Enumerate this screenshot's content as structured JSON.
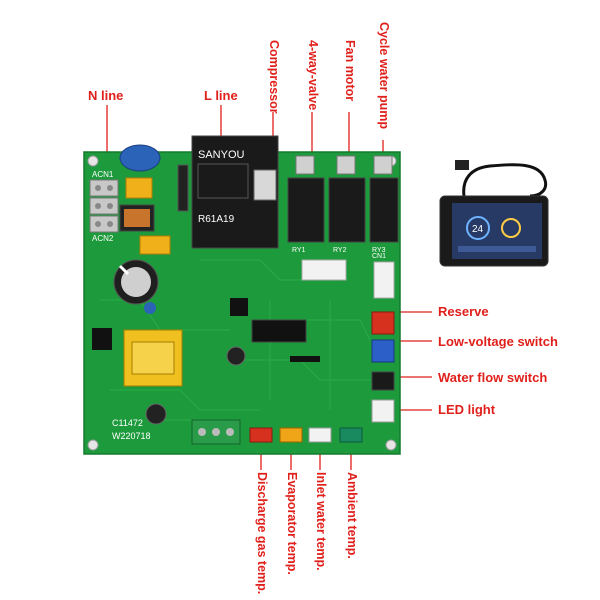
{
  "labels": {
    "n_line": "N line",
    "l_line": "L line",
    "compressor": "Compressor",
    "four_way_valve": "4-way-valve",
    "fan_motor": "Fan motor",
    "cycle_water_pump": "Cycle water pump",
    "reserve": "Reserve",
    "low_voltage_switch": "Low-voltage switch",
    "water_flow_switch": "Water flow switch",
    "led_light": "LED light",
    "discharge_gas_temp": "Discharge gas temp.",
    "evaporator_temp": "Evaporator temp.",
    "inlet_water_temp": "Inlet water temp.",
    "ambient_temp": "Ambient temp."
  },
  "board": {
    "acn1": "ACN1",
    "acn2": "ACN2",
    "relay_model": "R61A19",
    "relay_brand": "SANYOU",
    "model_code": "C11472",
    "serial": "W220718",
    "ry1": "RY1",
    "ry2": "RY2",
    "ry3": "RY3",
    "cn1": "CN1"
  },
  "display": {
    "temp_value": "24"
  },
  "colors": {
    "label_red": "#e0201b",
    "pcb_green": "#1d9a3b",
    "relay_black": "#1a1a1a"
  }
}
